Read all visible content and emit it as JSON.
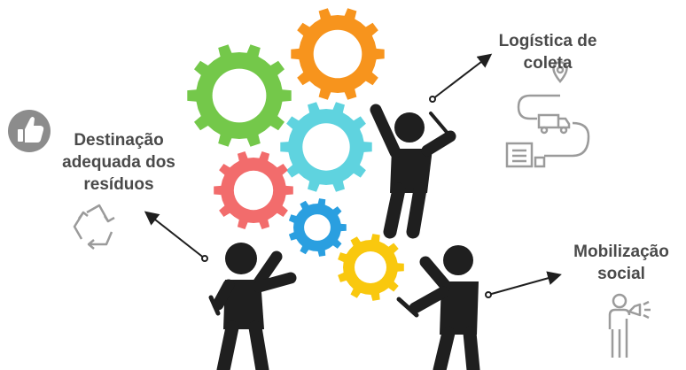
{
  "labels": {
    "destinacao": [
      "Destinação",
      "adequada dos",
      "resíduos"
    ],
    "logistica": [
      "Logística de",
      "coleta"
    ],
    "mobilizacao": [
      "Mobilização",
      "social"
    ]
  },
  "colors": {
    "gear_green": "#74c84a",
    "gear_orange": "#f7941d",
    "gear_cyan": "#5fd3df",
    "gear_red": "#f26c6c",
    "gear_blue": "#2a9fe0",
    "gear_yellow": "#f9c80e",
    "figure": "#1f1f1f",
    "icon_gray": "#9b9b9b",
    "thumbs_badge": "#8c8c8c",
    "text": "#4a4a4a"
  },
  "icons": [
    "thumbs-up-icon",
    "recycle-icon",
    "logistics-route-icon",
    "megaphone-person-icon",
    "wrench-icon",
    "screwdriver-icon"
  ]
}
